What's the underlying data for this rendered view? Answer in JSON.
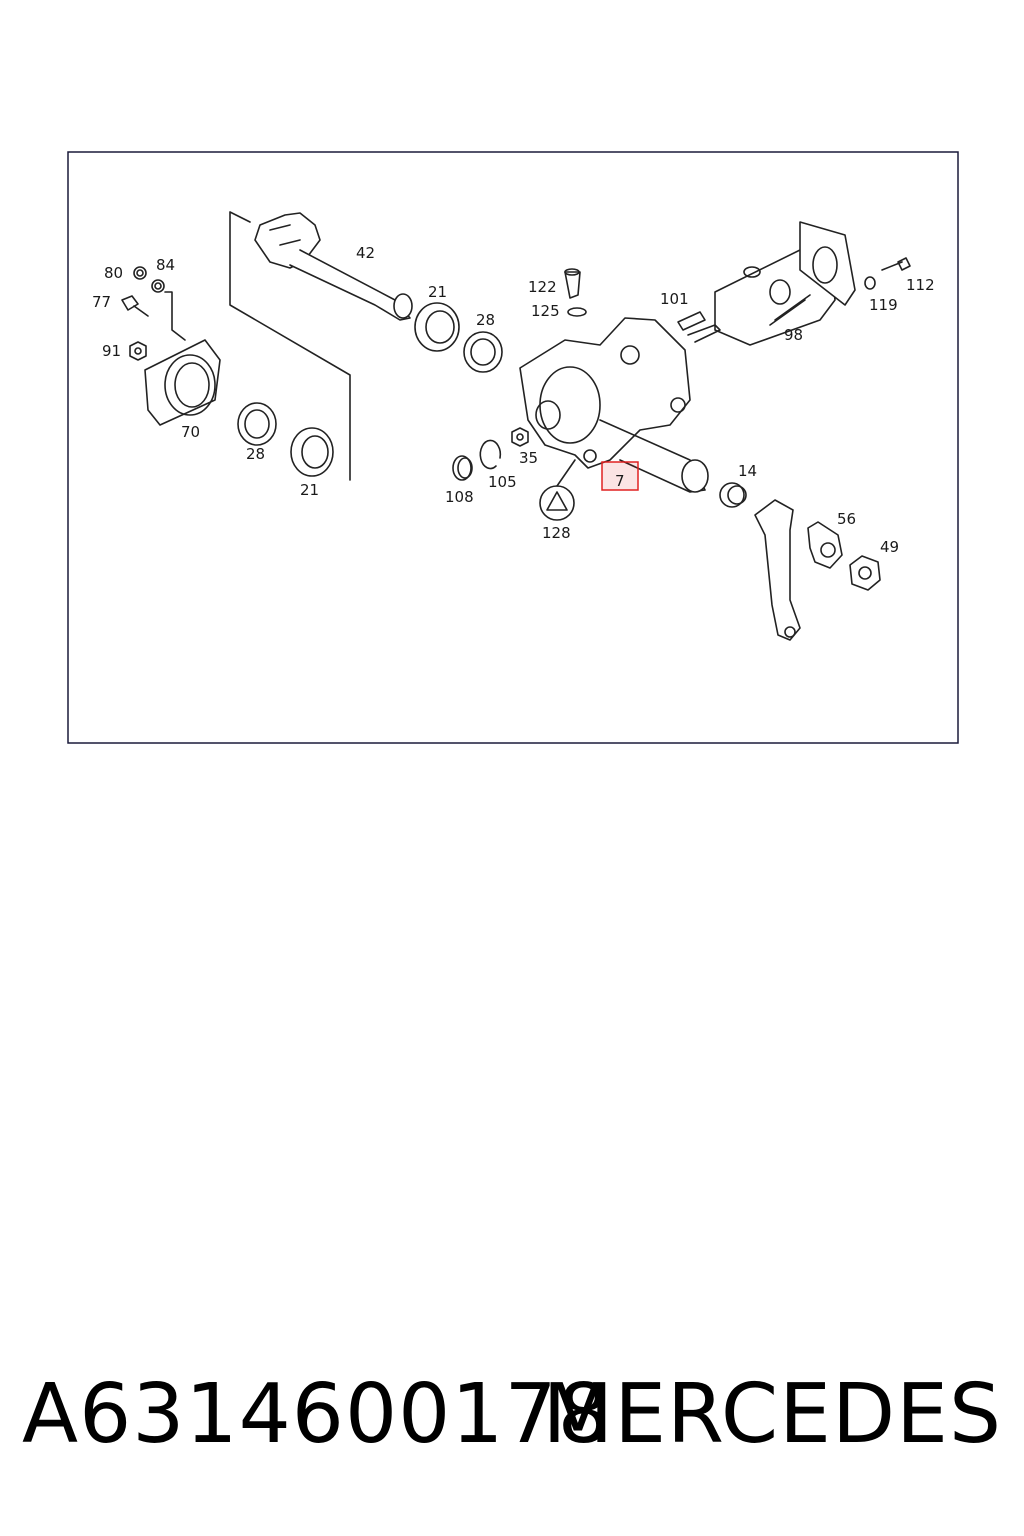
{
  "diagram": {
    "callouts": {
      "c42": "42",
      "c21a": "21",
      "c28a": "28",
      "c80": "80",
      "c84": "84",
      "c77": "77",
      "c91": "91",
      "c70": "70",
      "c28b": "28",
      "c21b": "21",
      "c122": "122",
      "c125": "125",
      "c101": "101",
      "c112": "112",
      "c119": "119",
      "c98": "98",
      "c35": "35",
      "c105": "105",
      "c108": "108",
      "c128": "128",
      "c7": "7",
      "c14": "14",
      "c56": "56",
      "c49": "49"
    },
    "highlighted_callout": "7",
    "highlight_color": "#e02020"
  },
  "footer": {
    "part_number": "A6314600178",
    "brand": "MERCEDES"
  }
}
